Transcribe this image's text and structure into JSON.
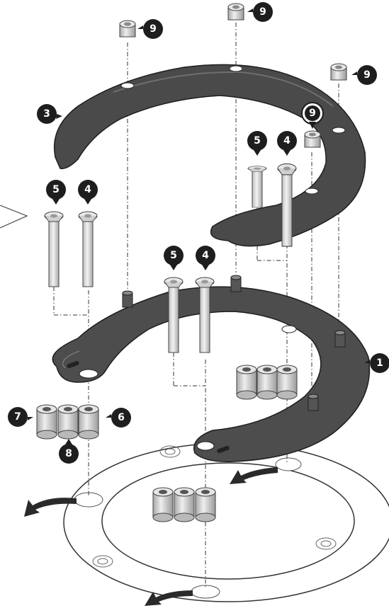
{
  "diagram": {
    "callouts": [
      {
        "id": "c9a",
        "label": "9",
        "style": "dark"
      },
      {
        "id": "c9b",
        "label": "9",
        "style": "dark"
      },
      {
        "id": "c9c",
        "label": "9",
        "style": "dark"
      },
      {
        "id": "c9d",
        "label": "9",
        "style": "light"
      },
      {
        "id": "c3",
        "label": "3",
        "style": "dark"
      },
      {
        "id": "c5a",
        "label": "5",
        "style": "dark"
      },
      {
        "id": "c4a",
        "label": "4",
        "style": "dark"
      },
      {
        "id": "c5b",
        "label": "5",
        "style": "dark"
      },
      {
        "id": "c4b",
        "label": "4",
        "style": "dark"
      },
      {
        "id": "c5c",
        "label": "5",
        "style": "dark"
      },
      {
        "id": "c4c",
        "label": "4",
        "style": "dark"
      },
      {
        "id": "c1",
        "label": "1",
        "style": "dark"
      },
      {
        "id": "c7",
        "label": "7",
        "style": "dark"
      },
      {
        "id": "c6",
        "label": "6",
        "style": "dark"
      },
      {
        "id": "c8",
        "label": "8",
        "style": "dark"
      }
    ],
    "colors": {
      "part_dark": "#4a4a4a",
      "part_mid": "#6b6b6b",
      "part_light": "#d8d8d8",
      "outline": "#1e1e1e",
      "badge": "#1e1e1e"
    }
  }
}
